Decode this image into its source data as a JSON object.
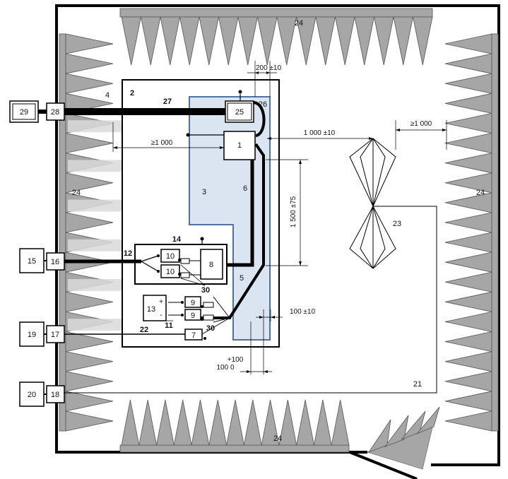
{
  "labels": {
    "n1": "1",
    "n2": "2",
    "n3": "3",
    "n4": "4",
    "n5": "5",
    "n6": "6",
    "n7": "7",
    "n8": "8",
    "n9a": "9",
    "n9b": "9",
    "n10a": "10",
    "n10b": "10",
    "n11": "11",
    "n12": "12",
    "n13": "13",
    "n14": "14",
    "n15": "15",
    "n16": "16",
    "n17": "17",
    "n18": "18",
    "n19": "19",
    "n20": "20",
    "n21": "21",
    "n22": "22",
    "n23": "23",
    "n24_top": "24",
    "n24_left": "24",
    "n24_right": "24",
    "n24_bottom": "24",
    "n25": "25",
    "n26": "26",
    "n27": "27",
    "n28": "28",
    "n29": "29",
    "n30a": "30",
    "n30b": "30",
    "plus": "+",
    "minus": "-"
  },
  "dimensions": {
    "d200": "200 ±10",
    "d1000_left": "≥1 000",
    "d1000_right": "≥1 000",
    "d1000_center": "1 000 ±10",
    "d1500": "1 500 ±75",
    "d100_right": "100 ±10",
    "d100_plus": "+100",
    "d100_zero": "100  0"
  },
  "colors": {
    "absorber": "#a6a6a6",
    "absorber_light": "#d9d9d9",
    "ground_plane": "#dbe5f1",
    "ground_plane_stroke": "#4f71a6",
    "line": "#000000"
  }
}
